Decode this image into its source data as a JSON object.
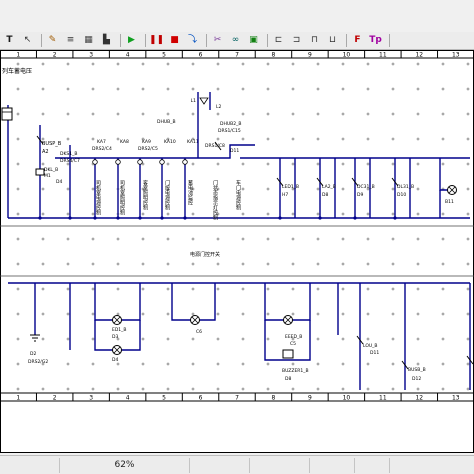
{
  "toolbar": {
    "buttons": [
      {
        "icon": "text-tool-icon",
        "glyph": "T",
        "color": "#1a1a1a"
      },
      {
        "icon": "pointer-icon",
        "glyph": "↖",
        "color": "#333333"
      },
      {
        "icon": "pen-icon",
        "glyph": "✎",
        "color": "#a05a00"
      },
      {
        "icon": "properties-icon",
        "glyph": "≡",
        "color": "#333333"
      },
      {
        "icon": "grid-icon",
        "glyph": "▦",
        "color": "#444444"
      },
      {
        "icon": "chart-icon",
        "glyph": "▙",
        "color": "#333333"
      },
      {
        "icon": "run-icon",
        "glyph": "▶",
        "color": "#10a020"
      },
      {
        "icon": "pause-icon",
        "glyph": "❚❚",
        "color": "#c00000"
      },
      {
        "icon": "stop-icon",
        "glyph": "■",
        "color": "#d00000"
      },
      {
        "icon": "step-icon",
        "glyph": "⤵",
        "color": "#0050c0"
      },
      {
        "icon": "cut-icon",
        "glyph": "✂",
        "color": "#7a3a9a"
      },
      {
        "icon": "link-icon",
        "glyph": "∞",
        "color": "#006060"
      },
      {
        "icon": "panel-icon",
        "glyph": "▣",
        "color": "#108010"
      },
      {
        "icon": "align-left-icon",
        "glyph": "⊏",
        "color": "#333333"
      },
      {
        "icon": "align-icon",
        "glyph": "⊐",
        "color": "#333333"
      },
      {
        "icon": "align-center-icon",
        "glyph": "⊓",
        "color": "#333333"
      },
      {
        "icon": "align-bottom-icon",
        "glyph": "⊔",
        "color": "#333333"
      },
      {
        "icon": "function-icon",
        "glyph": "F",
        "color": "#c00000"
      },
      {
        "icon": "text-param-icon",
        "glyph": "Tp",
        "color": "#a000a0"
      }
    ]
  },
  "ruler": {
    "top": [
      "1",
      "2",
      "3",
      "4",
      "5",
      "6",
      "7",
      "8",
      "9",
      "10",
      "11",
      "12",
      "13"
    ],
    "bottom": [
      "1",
      "2",
      "3",
      "4",
      "5",
      "6",
      "7",
      "8",
      "9",
      "10",
      "11",
      "12",
      "13"
    ]
  },
  "schematic": {
    "heading": "列车蓄电压",
    "center_label": "电源门控开关",
    "labels": [
      {
        "key": "busp",
        "text": "BUSP_B"
      },
      {
        "key": "a2",
        "text": "A2"
      },
      {
        "key": "dkl",
        "text": "DKL_B"
      },
      {
        "key": "m1",
        "text": "M1"
      },
      {
        "key": "d4",
        "text": "D4"
      },
      {
        "key": "dks",
        "text": "DKS1_B"
      },
      {
        "key": "drs4",
        "text": "DRS4/C7"
      },
      {
        "key": "ka7",
        "text": "KA7"
      },
      {
        "key": "ka8",
        "text": "KA8"
      },
      {
        "key": "ka9",
        "text": "KA9"
      },
      {
        "key": "ka10",
        "text": "KA10"
      },
      {
        "key": "ka11",
        "text": "KA11"
      },
      {
        "key": "drs2a",
        "text": "DRS2/C4"
      },
      {
        "key": "drs2b",
        "text": "DRS2/C5"
      },
      {
        "key": "dhub",
        "text": "DHUB_B"
      },
      {
        "key": "dhub2",
        "text": "DHUB2_B"
      },
      {
        "key": "drs1",
        "text": "DRS1/C15"
      },
      {
        "key": "l1",
        "text": "L1"
      },
      {
        "key": "l2",
        "text": "L2"
      },
      {
        "key": "d11",
        "text": "D11"
      },
      {
        "key": "drs1b",
        "text": "DRS1/C8"
      },
      {
        "key": "led1",
        "text": "LED1_B"
      },
      {
        "key": "h7",
        "text": "H7"
      },
      {
        "key": "la2",
        "text": "LA2_B"
      },
      {
        "key": "d8",
        "text": "D8"
      },
      {
        "key": "dc31",
        "text": "DC31_B"
      },
      {
        "key": "d9",
        "text": "D9"
      },
      {
        "key": "dl31",
        "text": "DL31_B"
      },
      {
        "key": "d10",
        "text": "D10"
      },
      {
        "key": "b11",
        "text": "B11"
      },
      {
        "key": "d2",
        "text": "D2"
      },
      {
        "key": "drs2g",
        "text": "DRS2/G2"
      },
      {
        "key": "ed1b",
        "text": "ED1_B"
      },
      {
        "key": "d3",
        "text": "D3"
      },
      {
        "key": "ed1b2",
        "text": "ED1_B"
      },
      {
        "key": "d4b",
        "text": "D4"
      },
      {
        "key": "c6",
        "text": "C6"
      },
      {
        "key": "eeed",
        "text": "EEED_B"
      },
      {
        "key": "c5",
        "text": "C5"
      },
      {
        "key": "buzzer",
        "text": "BUZZER1_B"
      },
      {
        "key": "d8b",
        "text": "D8"
      },
      {
        "key": "lou",
        "text": "LOU_B"
      },
      {
        "key": "d11b",
        "text": "D11"
      },
      {
        "key": "busb",
        "text": "BUSB_B"
      },
      {
        "key": "d12",
        "text": "D12"
      }
    ],
    "vertical_texts": [
      {
        "key": "v1",
        "text": "司机室电源控制"
      },
      {
        "key": "v2",
        "text": "司机室照明控制"
      },
      {
        "key": "v3",
        "text": "客室照明控制"
      },
      {
        "key": "v4",
        "text": "门控电源控制"
      },
      {
        "key": "v5",
        "text": "蓄电池监控"
      },
      {
        "key": "v6",
        "text": "门状态指示灯控制"
      },
      {
        "key": "v7",
        "text": "车门电源控制"
      }
    ],
    "line_color": "#00008b"
  },
  "status": {
    "zoom": "62%"
  }
}
